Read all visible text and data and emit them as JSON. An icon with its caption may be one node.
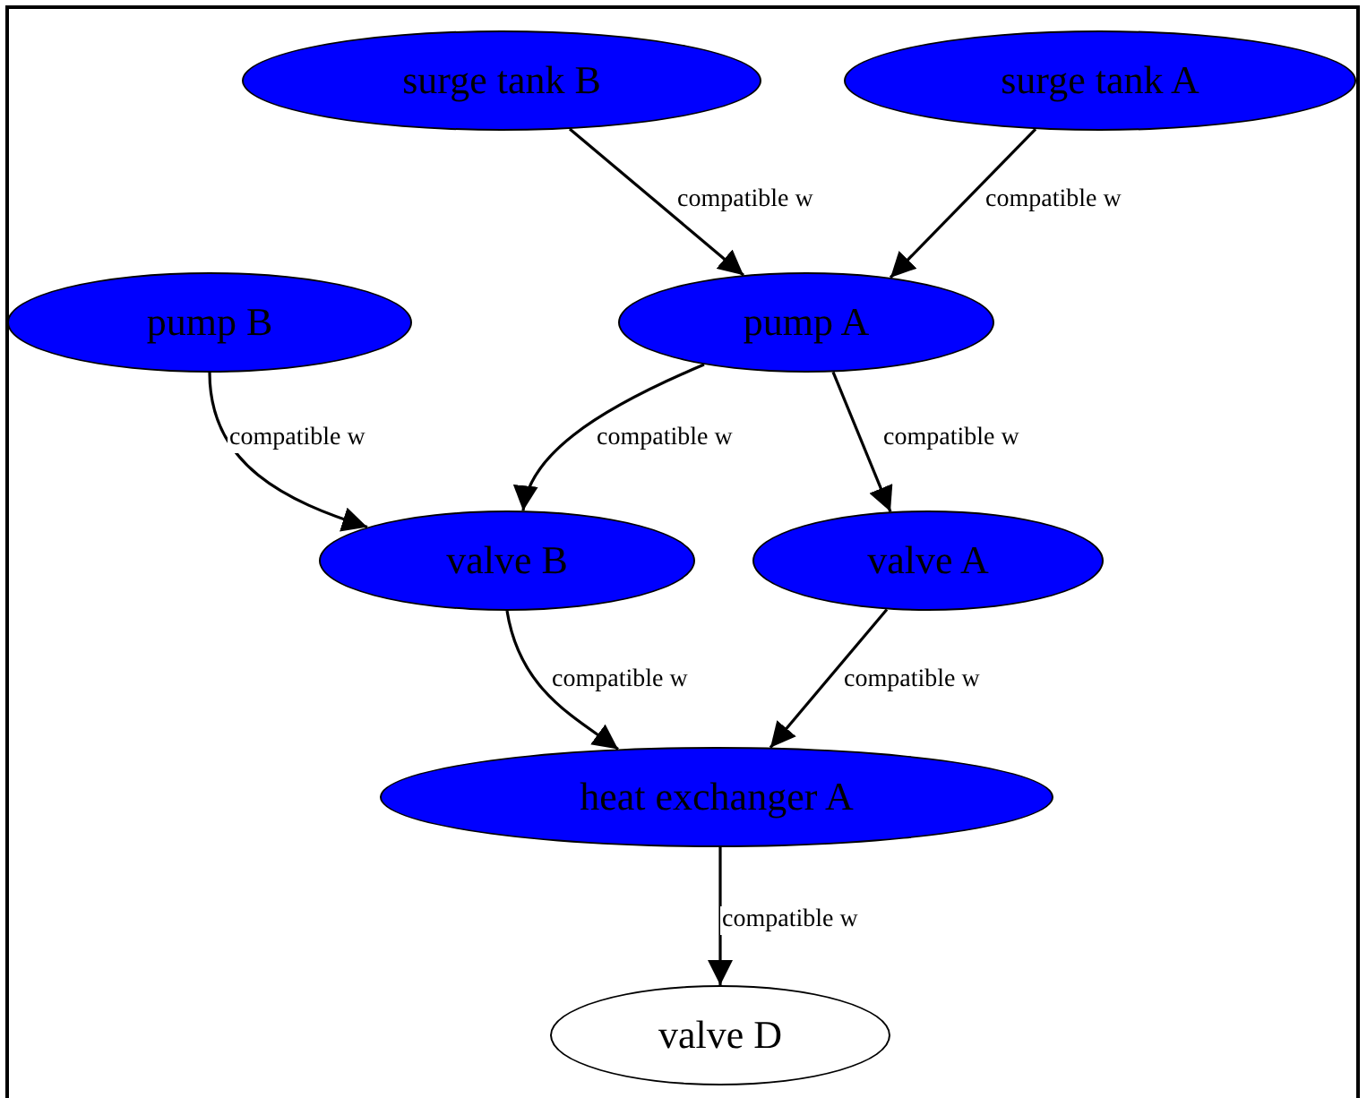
{
  "diagram": {
    "nodes": [
      {
        "text": [
          "surge tank B"
        ]
      },
      {
        "text": [
          "surge tank A"
        ]
      },
      {
        "text": [
          "pump B"
        ]
      },
      {
        "text": [
          "pump A"
        ]
      },
      {
        "text": [
          "valve B"
        ]
      },
      {
        "text": [
          "valve A"
        ]
      },
      {
        "text": [
          "heat exchanger A"
        ]
      },
      {
        "text": [
          "valve D"
        ]
      }
    ],
    "edges": [
      {
        "from": 0,
        "to": 3,
        "arrow": "to",
        "label": "compatible w"
      },
      {
        "from": 1,
        "to": 3,
        "arrow": "to",
        "label": "compatible w"
      },
      {
        "from": 2,
        "to": 4,
        "arrow": "to",
        "label": "compatible w"
      },
      {
        "from": 3,
        "to": 4,
        "arrow": "to",
        "label": "compatible w"
      },
      {
        "from": 3,
        "to": 5,
        "arrow": "to",
        "label": "compatible w"
      },
      {
        "from": 4,
        "to": 6,
        "arrow": "to",
        "label": "compatible w"
      },
      {
        "from": 5,
        "to": 6,
        "arrow": "to",
        "label": "compatible w"
      },
      {
        "from": 6,
        "to": 7,
        "arrow": "to",
        "label": "compatible w"
      }
    ]
  }
}
